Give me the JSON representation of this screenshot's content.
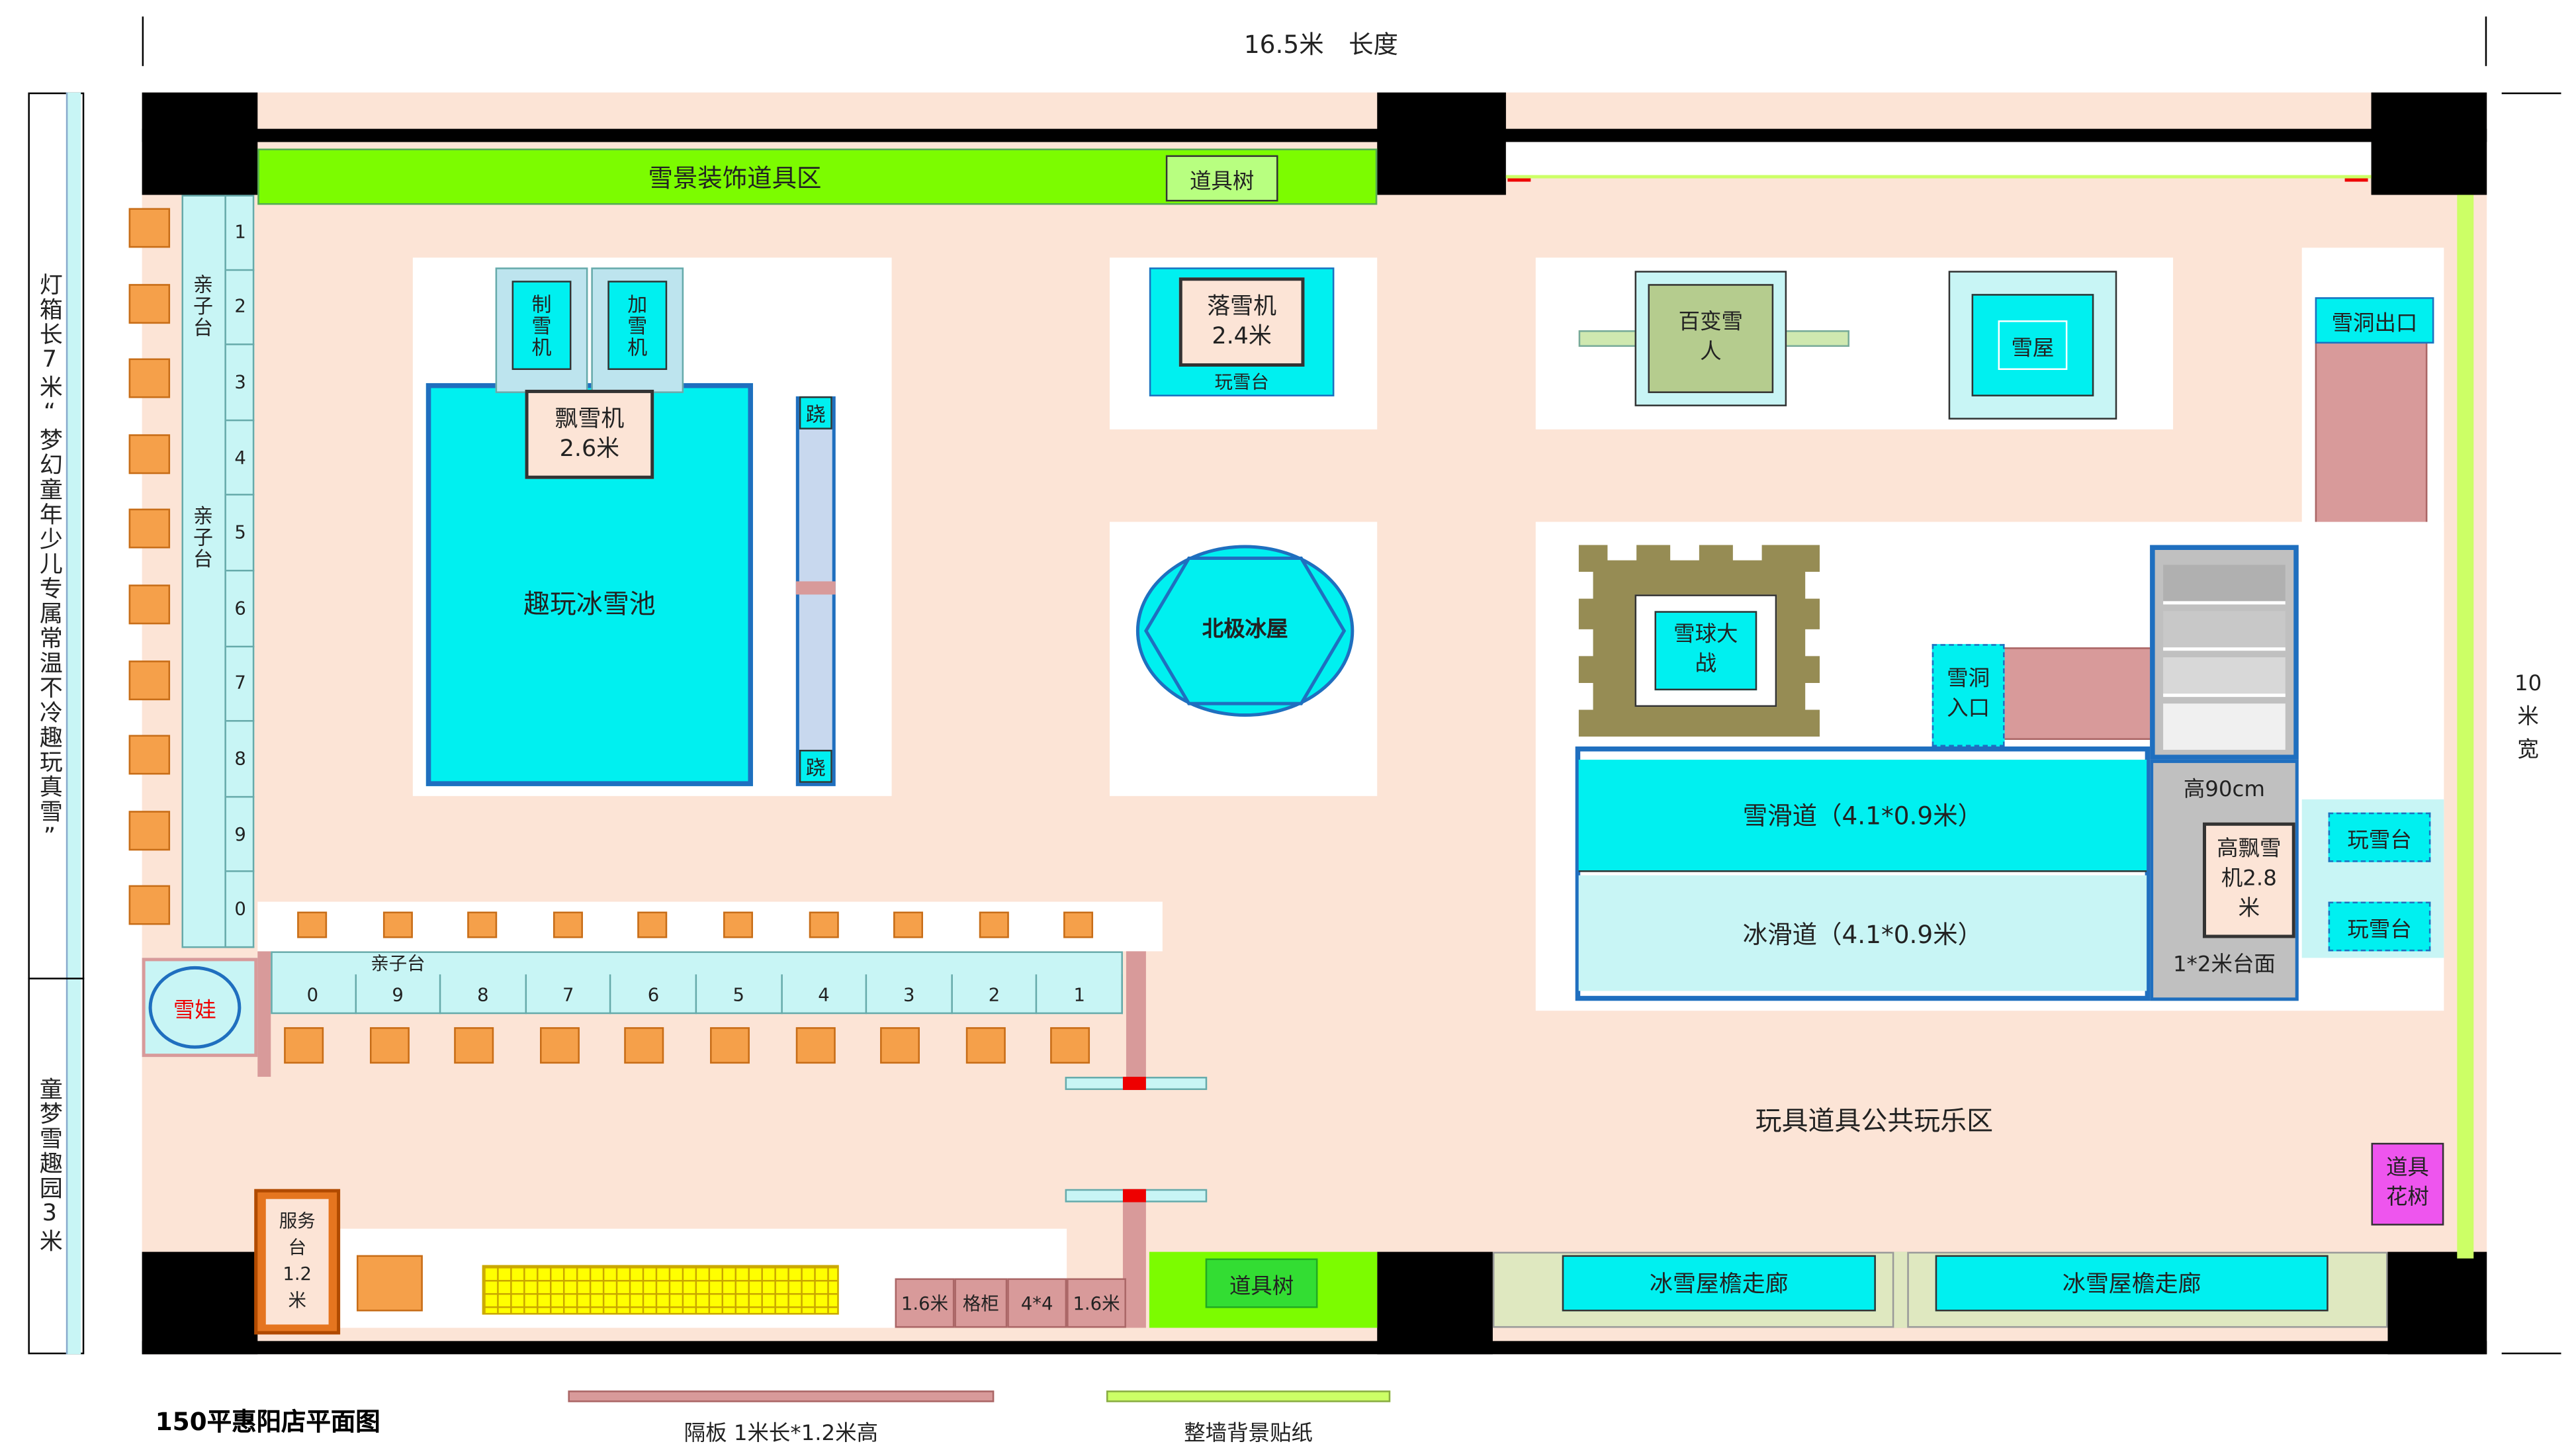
{
  "title": "150平惠阳店平面图",
  "dimensions": {
    "length": "16.5米　长度",
    "width": "10米宽"
  },
  "side_panel": {
    "top": "灯箱长7米“梦幻童年少儿专属常温不冷趣玩真雪”",
    "bottom": "童梦雪趣园3米"
  },
  "zones": {
    "snow_props": "雪景装饰道具区",
    "prop_tree_top": "道具树",
    "prop_tree_bottom": "道具树",
    "snowfall_machine": "落雪机2.4米",
    "play_snow_table_top": "玩雪台",
    "variety_snowman": "百变雪人",
    "snow_house": "雪屋",
    "snow_cave_exit": "雪洞出口",
    "snow_cave_entry": "雪洞入口",
    "snow_pool": "趣玩冰雪池",
    "float_snow_machine": "飘雪机2.6米",
    "machine_a": "制雪机",
    "machine_b": "加雪机",
    "seesaw_top": "跷",
    "seesaw_bottom": "跷",
    "arctic_house": "北极冰屋",
    "snowball_fight": "雪球大战",
    "high_90": "高90cm",
    "high_float_machine": "高飘雪机2.8米",
    "play_table_1": "玩雪台",
    "play_table_2": "玩雪台",
    "platform": "1*2米台面",
    "snow_slide": "雪滑道（4.1*0.9米）",
    "ice_slide": "冰滑道（4.1*0.9米）",
    "public_area": "玩具道具公共玩乐区",
    "prop_flower_tree": "道具花树",
    "corridor_1": "冰雪屋檐走廊",
    "corridor_2": "冰雪屋檐走廊",
    "service_desk": "服务台1.2米",
    "snow_doll": "雪娃",
    "parent_table_1": "亲子台",
    "parent_table_2": "亲子台",
    "parent_table_3": "亲子台",
    "bottom_s1": "1.6米",
    "bottom_s2": "格柜",
    "bottom_s3": "4*4",
    "bottom_s4": "1.6米"
  },
  "left_numbers": [
    "1",
    "2",
    "3",
    "4",
    "5",
    "6",
    "7",
    "8",
    "9",
    "0"
  ],
  "bottom_numbers": [
    "0",
    "9",
    "8",
    "7",
    "6",
    "5",
    "4",
    "3",
    "2",
    "1"
  ],
  "legend": {
    "partition": "隔板 1米长*1.2米高",
    "wallpaper": "整墙背景贴纸"
  },
  "colors": {
    "cyan": "#00f0f0",
    "floor": "#fce4d6",
    "lime": "#7cfc00",
    "chartreuse": "#ccff66",
    "pink_partition": "#d89a9a",
    "orange_seat": "#f5a04a"
  }
}
